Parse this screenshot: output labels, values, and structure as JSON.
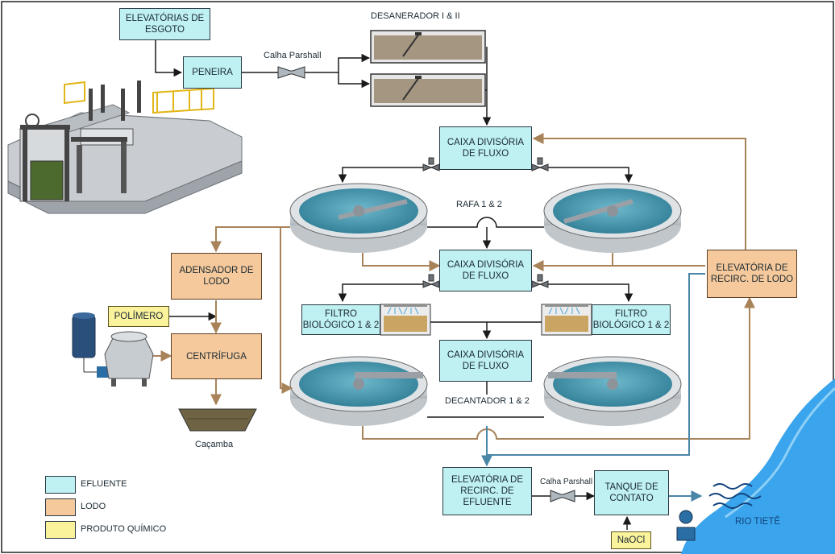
{
  "colors": {
    "efluente": "#bff0f2",
    "lodo": "#f5c99b",
    "produto_quimico": "#fbf39c",
    "lodo_line": "#a8835a",
    "efluente_line": "#4a86a8",
    "water": "#3aa5ec",
    "tank_water": "#3e8ea6"
  },
  "boxes": {
    "elevatorias_esgoto": "ELEVATÓRIAS DE\nESGOTO",
    "peneira": "PENEIRA",
    "caixa_divisoria_1": "CAIXA DIVISÓRIA\nDE FLUXO",
    "caixa_divisoria_2": "CAIXA DIVISÓRIA\nDE FLUXO",
    "caixa_divisoria_3": "CAIXA DIVISÓRIA\nDE FLUXO",
    "adensador": "ADENSADOR DE\nLODO",
    "polimero": "POLÍMERO",
    "centrifuga": "CENTRÍFUGA",
    "filtro_left": "FILTRO\nBIOLÓGICO 1 & 2",
    "filtro_right": "FILTRO\nBIOLÓGICO 1 & 2",
    "elevatoria_recirc_lodo": "ELEVATÓRIA DE\nRECIRC. DE LODO",
    "elevatoria_recirc_efluente": "ELEVATÓRIA DE\nRECIRC. DE\nEFLUENTE",
    "tanque_contato": "TANQUE DE\nCONTATO",
    "naocl": "NaOCl"
  },
  "labels": {
    "calha_parshall_1": "Calha Parshall",
    "calha_parshall_2": "Calha Parshall",
    "desanerador": "DESANERADOR I & II",
    "rafa": "RAFA 1 & 2",
    "decantador": "DECANTADOR 1 & 2",
    "cacamba": "Caçamba",
    "rio": "RIO TIETÊ"
  },
  "legend": [
    {
      "label": "EFLUENTE",
      "color": "#bff0f2"
    },
    {
      "label": "LODO",
      "color": "#f5c99b"
    },
    {
      "label": "PRODUTO QUÍMICO",
      "color": "#fbf39c"
    }
  ]
}
